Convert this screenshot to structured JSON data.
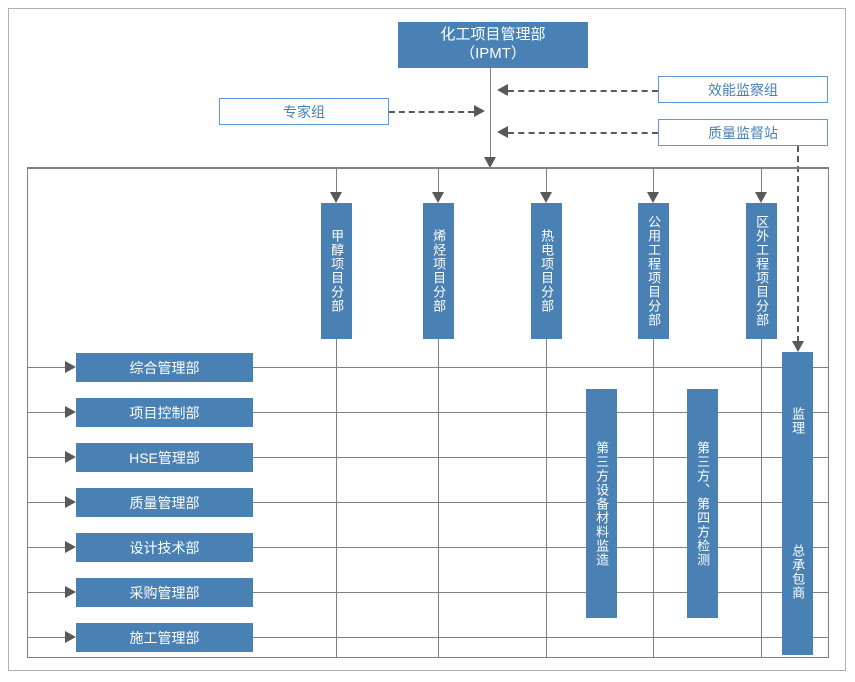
{
  "diagram": {
    "title_box": {
      "label": "化工项目管理部\n（IPMT）",
      "line1": "化工项目管理部",
      "line2": "（IPMT）"
    },
    "side_boxes": [
      {
        "name": "expert-group",
        "label": "专家组"
      },
      {
        "name": "efficiency-inspection-group",
        "label": "效能监察组"
      },
      {
        "name": "quality-supervision-station",
        "label": "质量监督站"
      }
    ],
    "project_departments": [
      {
        "name": "methanol",
        "label": "甲醇项目分部"
      },
      {
        "name": "olefin",
        "label": "烯烃项目分部"
      },
      {
        "name": "thermal-power",
        "label": "热电项目分部"
      },
      {
        "name": "utility-engineering",
        "label": "公用工程项目分部"
      },
      {
        "name": "offsite-engineering",
        "label": "区外工程项目分部"
      }
    ],
    "functional_departments": [
      {
        "name": "general-management",
        "label": "综合管理部"
      },
      {
        "name": "project-control",
        "label": "项目控制部"
      },
      {
        "name": "hse-management",
        "label": "HSE管理部"
      },
      {
        "name": "quality-management",
        "label": "质量管理部"
      },
      {
        "name": "design-technology",
        "label": "设计技术部"
      },
      {
        "name": "procurement-management",
        "label": "采购管理部"
      },
      {
        "name": "construction-management",
        "label": "施工管理部"
      }
    ],
    "third_party_boxes": [
      {
        "name": "third-party-equipment-supervision",
        "label": "第三方设备材料监造"
      },
      {
        "name": "third-fourth-party-inspection",
        "label": "第三方、第四方检测"
      }
    ],
    "contractor_column": {
      "supervision_label": "监理",
      "general_contractor_label": "总承包商"
    },
    "colors": {
      "fill_blue": "#4a81b4",
      "outline_blue": "#5b9bd5",
      "text_blue": "#4a81b4",
      "line_gray": "#808080",
      "dash_gray": "#595959",
      "frame_gray": "#b0b0b0"
    }
  }
}
